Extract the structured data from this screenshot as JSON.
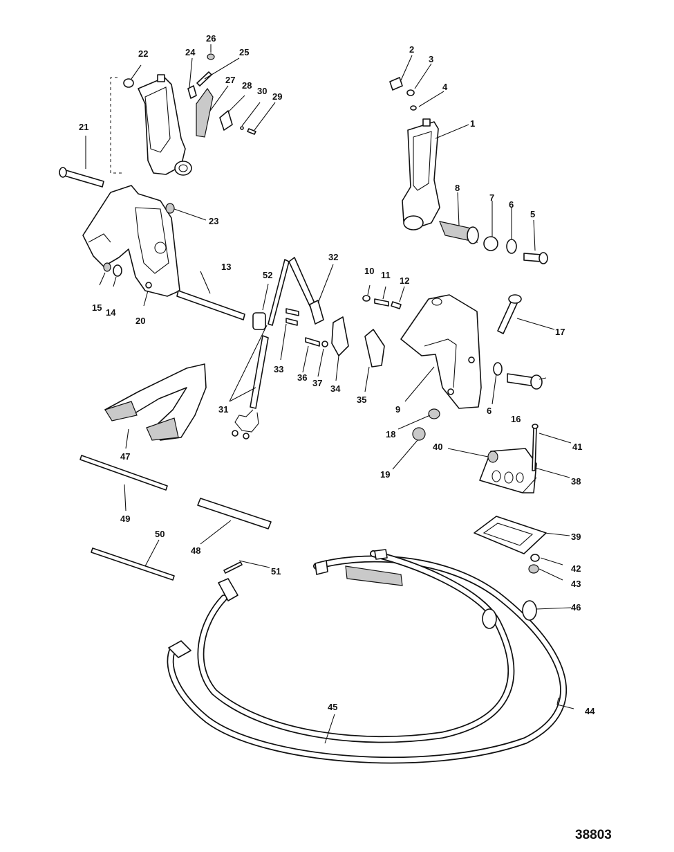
{
  "figure_number": "38803",
  "callouts": [
    "1",
    "2",
    "3",
    "4",
    "5",
    "6",
    "7",
    "8",
    "9",
    "10",
    "11",
    "12",
    "13",
    "14",
    "15",
    "16",
    "17",
    "18",
    "19",
    "20",
    "21",
    "22",
    "23",
    "24",
    "25",
    "26",
    "27",
    "28",
    "29",
    "30",
    "31",
    "32",
    "33",
    "34",
    "35",
    "36",
    "37",
    "38",
    "39",
    "40",
    "41",
    "42",
    "43",
    "44",
    "45",
    "46",
    "47",
    "48",
    "49",
    "50",
    "51",
    "52",
    "6"
  ]
}
